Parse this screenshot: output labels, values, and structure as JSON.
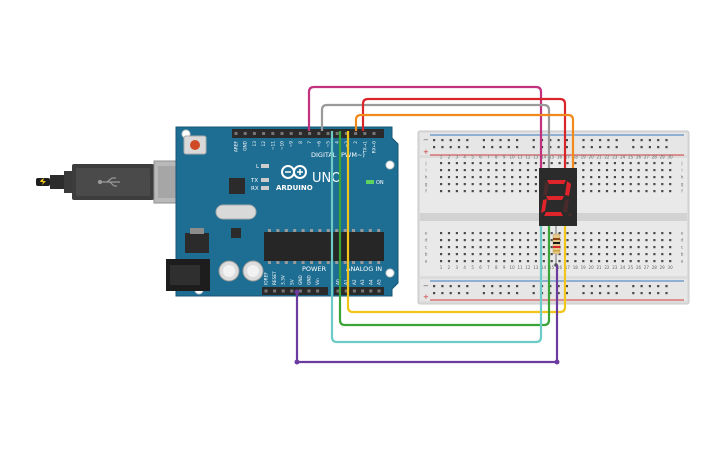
{
  "arduino": {
    "logo": "ARDUINO",
    "model": "UNO",
    "digital_header": "DIGITAL (PWM~)",
    "power_label": "POWER",
    "analog_label": "ANALOG IN",
    "on_label": "ON",
    "l_label": "L",
    "tx_label": "TX",
    "rx_label": "RX",
    "digital_pins": [
      "AREF",
      "GND",
      "13",
      "12",
      "~11",
      "~10",
      "~9",
      "8",
      "7",
      "~6",
      "~5",
      "4",
      "~3",
      "2",
      "TX→1",
      "RX←0"
    ],
    "power_pins": [
      "IOREF",
      "RESET",
      "3.3V",
      "5V",
      "GND",
      "GND",
      "Vin"
    ],
    "analog_pins": [
      "A0",
      "A1",
      "A2",
      "A3",
      "A4",
      "A5"
    ]
  },
  "breadboard": {
    "row_letters_top": [
      "j",
      "i",
      "h",
      "g",
      "f"
    ],
    "row_letters_bottom": [
      "e",
      "d",
      "c",
      "b",
      "a"
    ],
    "column_numbers": [
      "1",
      "2",
      "3",
      "4",
      "5",
      "6",
      "7",
      "8",
      "9",
      "10",
      "11",
      "12",
      "13",
      "14",
      "15",
      "16",
      "17",
      "18",
      "19",
      "20",
      "21",
      "22",
      "23",
      "24",
      "25",
      "26",
      "27",
      "28",
      "29",
      "30"
    ],
    "rail_minus": "−",
    "rail_plus": "+"
  },
  "display": {
    "shown_digit": "2",
    "segment_color": "#e0242b"
  },
  "wire_colors": {
    "magenta": "#c2317e",
    "gray": "#9a9a9a",
    "red": "#d8262b",
    "orange": "#f08a1c",
    "yellow": "#f2c51b",
    "green": "#3aa536",
    "cyan": "#6ccbc6",
    "purple": "#6c3b9e"
  }
}
